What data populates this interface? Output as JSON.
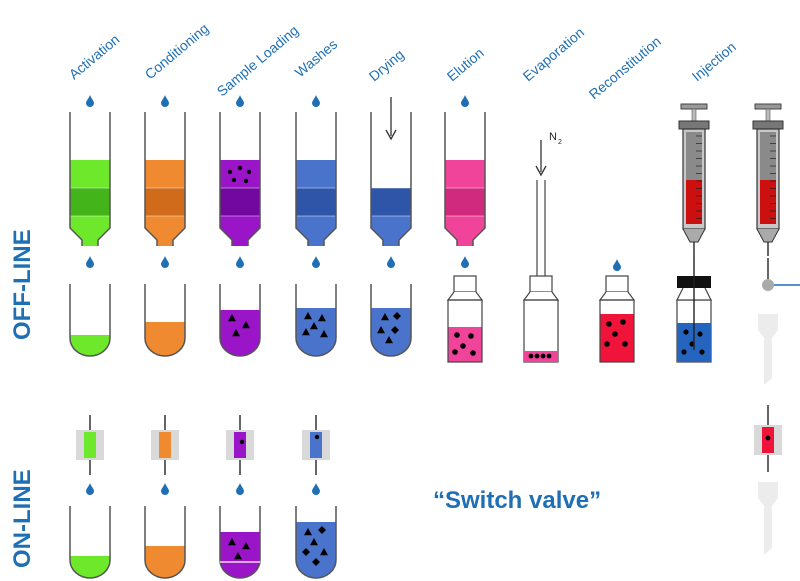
{
  "steps": [
    {
      "key": "activation",
      "label": "Activation",
      "color": "#6ee82a",
      "dark": "#43b51a"
    },
    {
      "key": "conditioning",
      "label": "Conditioning",
      "color": "#f08a30",
      "dark": "#cf6b1a"
    },
    {
      "key": "sample_loading",
      "label": "Sample Loading",
      "color": "#9a14c8",
      "dark": "#7208a0"
    },
    {
      "key": "washes",
      "label": "Washes",
      "color": "#4a74cc",
      "dark": "#2f55a8"
    },
    {
      "key": "drying",
      "label": "Drying",
      "color": "#4a74cc",
      "dark": "#2f55a8"
    },
    {
      "key": "elution",
      "label": "Elution",
      "color": "#f0449a",
      "dark": "#d02a7e"
    },
    {
      "key": "evaporation",
      "label": "Evaporation",
      "color": "#f0449a",
      "dark": "#d02a7e"
    },
    {
      "key": "reconstitution",
      "label": "Reconstitution",
      "color": "#f0143a",
      "dark": "#c80c2c"
    },
    {
      "key": "injection",
      "label": "Injection",
      "color": "#2565c0",
      "dark": "#1a4a96"
    }
  ],
  "side_labels": {
    "offline": "OFF-LINE",
    "online": "ON-LINE"
  },
  "switch_valve_label": "“Switch valve”",
  "nitrogen": {
    "symbol": "N",
    "subscript": "2"
  },
  "colors": {
    "label_blue": "#1f6fb5",
    "drop_blue": "#1f6fb5",
    "outline": "#555555",
    "syringe_red": "#cc1010"
  }
}
